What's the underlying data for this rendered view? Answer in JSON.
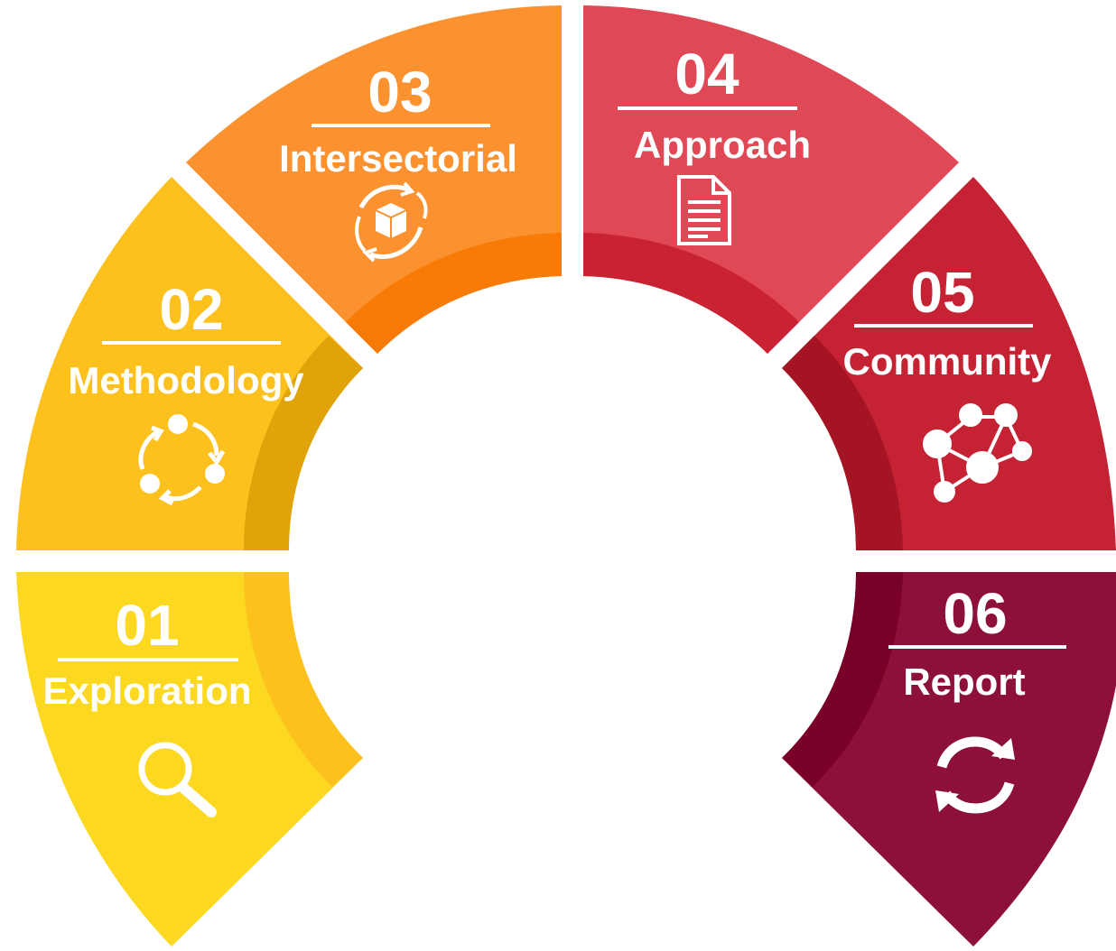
{
  "segments": [
    {
      "number": "01",
      "label": "Exploration",
      "color": "#FCD920",
      "inner_color": "#FCC11D",
      "icon": "magnifier-icon"
    },
    {
      "number": "02",
      "label": "Methodology",
      "color": "#FCC11D",
      "inner_color": "#E0A40A",
      "icon": "cycle-nodes-icon"
    },
    {
      "number": "03",
      "label": "Intersectorial",
      "color": "#FB922F",
      "inner_color": "#F77B06",
      "icon": "box-cycle-icon"
    },
    {
      "number": "04",
      "label": "Approach",
      "color": "#E14856",
      "inner_color": "#C92233",
      "icon": "document-icon"
    },
    {
      "number": "05",
      "label": "Community",
      "color": "#C52233",
      "inner_color": "#A51424",
      "icon": "people-network-icon"
    },
    {
      "number": "06",
      "label": "Report",
      "color": "#8C103A",
      "inner_color": "#780029",
      "icon": "refresh-icon"
    }
  ]
}
